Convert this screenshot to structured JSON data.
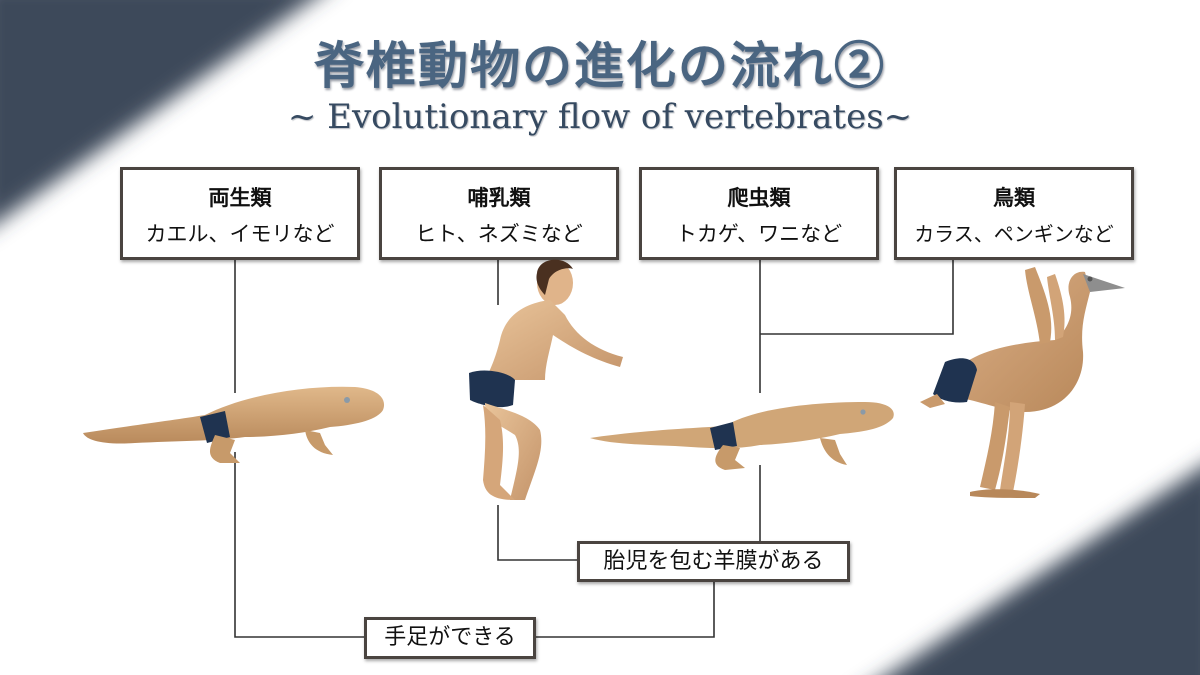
{
  "title": "脊椎動物の進化の流れ②",
  "subtitle": "~ Evolutionary flow of vertebrates~",
  "classes": [
    {
      "name": "両生類",
      "examples": "カエル、イモリなど",
      "illustration": "amphibian-illustration"
    },
    {
      "name": "哺乳類",
      "examples": "ヒト、ネズミなど",
      "illustration": "human-illustration"
    },
    {
      "name": "爬虫類",
      "examples": "トカゲ、ワニなど",
      "illustration": "reptile-illustration"
    },
    {
      "name": "鳥類",
      "examples": "カラス、ペンギンなど",
      "illustration": "bird-illustration"
    }
  ],
  "traits": {
    "amnion": "胎児を包む羊膜がある",
    "limbs": "手足ができる"
  },
  "colors": {
    "background_dark": "#3c4a5a",
    "title": "#4a6581",
    "box_border": "#4a4440",
    "skin": "#d4a574",
    "shorts": "#1f3350"
  }
}
